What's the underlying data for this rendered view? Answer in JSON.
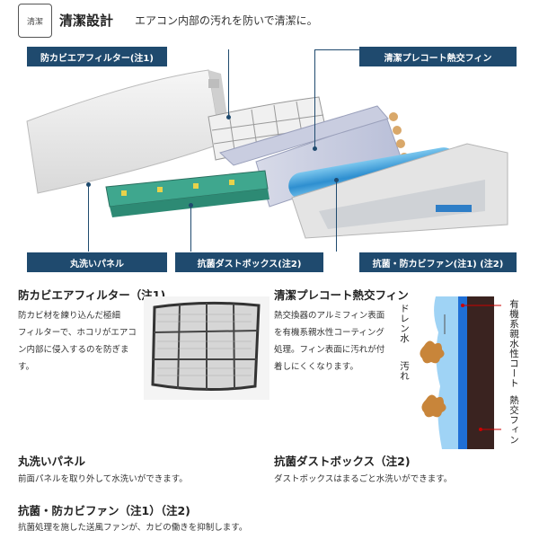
{
  "header": {
    "badge": "清潔",
    "title": "清潔設計",
    "description": "エアコン内部の汚れを防いで清潔に。"
  },
  "callouts": {
    "filter": "防カビエアフィルター(注1)",
    "fin": "清潔プレコート熱交フィン",
    "panel": "丸洗いパネル",
    "dustbox": "抗菌ダストボックス(注2)",
    "fan": "抗菌・防カビファン(注1) (注2)"
  },
  "sections": {
    "filter": {
      "title": "防カビエアフィルター（注1)",
      "lines": [
        "防カビ材を練り込んだ極細",
        "フィルターで、ホコリがエアコ",
        "ン内部に侵入するのを防ぎま",
        "す。"
      ]
    },
    "fin": {
      "title": "清潔プレコート熱交フィン",
      "lines": [
        "熱交換器のアルミフィン表面",
        "を有機系親水性コーティング",
        "処理。フィン表面に汚れが付",
        "着しにくくなります。"
      ]
    },
    "panel": {
      "title": "丸洗いパネル",
      "text": "前面パネルを取り外して水洗いができます。"
    },
    "dustbox": {
      "title": "抗菌ダストボックス（注2)",
      "text": "ダストボックスはまるごと水洗いができます。"
    },
    "fan": {
      "title": "抗菌・防カビファン（注1）（注2)",
      "text": "抗菌処理を施した送風ファンが、カビの働きを抑制します。"
    }
  },
  "fin_diagram": {
    "drain_label": "ドレン水",
    "dirt_label": "汚れ",
    "coating_label": "有機系親水性コート",
    "fin_label": "熱交フィン"
  },
  "colors": {
    "label_bar": "#1f4a6e",
    "water": "#9fd3f5",
    "coating": "#1f6fd6",
    "fin": "#3a2320",
    "dirt": "#c8853a"
  }
}
